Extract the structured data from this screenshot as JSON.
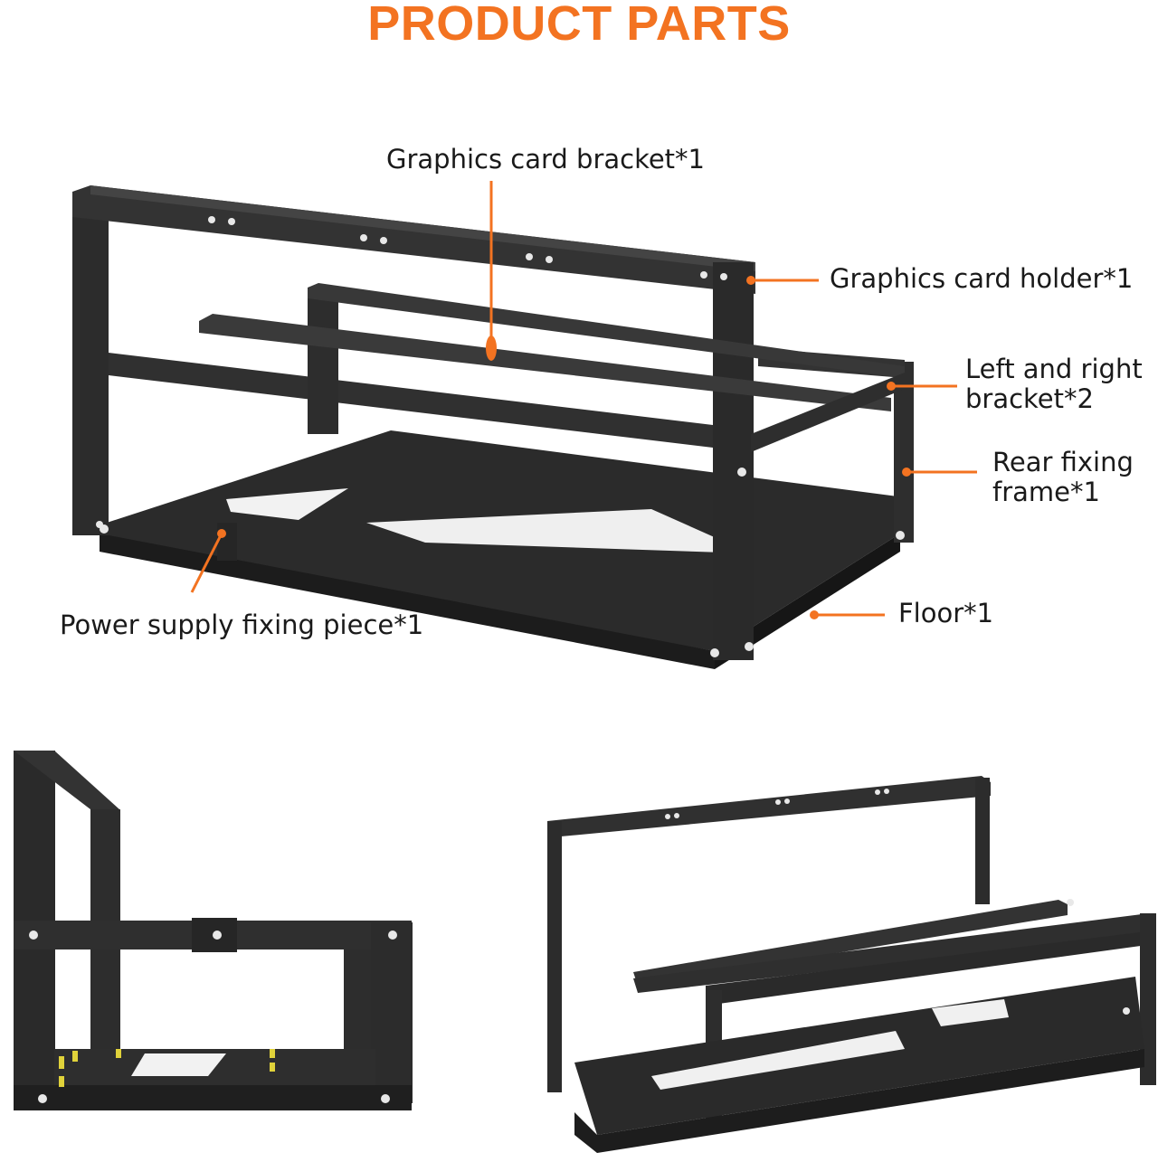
{
  "title": "PRODUCT PARTS",
  "colors": {
    "accent": "#f37321",
    "frame": "#2c2c2c",
    "frame_light": "#3a3a3a"
  },
  "labels": {
    "graphics_card_bracket": "Graphics card bracket*1",
    "graphics_card_holder": "Graphics card holder*1",
    "left_right_bracket_line1": "Left and right",
    "left_right_bracket_line2": "bracket*2",
    "rear_fixing_frame_line1": "Rear fixing",
    "rear_fixing_frame_line2": "frame*1",
    "floor": "Floor*1",
    "power_supply_fixing_piece": "Power supply fixing piece*1"
  }
}
